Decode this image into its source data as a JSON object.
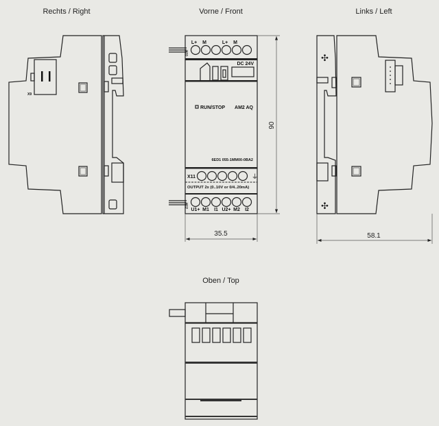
{
  "views": {
    "right": {
      "title": "Rechts / Right",
      "connector_label": "X9"
    },
    "front": {
      "title": "Vorne / Front",
      "top_terminal_labels": [
        "L+",
        "M",
        "",
        "L+",
        "M",
        ""
      ],
      "top_connector_label": "X10",
      "supply_label": "DC 24V",
      "run_stop_label": "RUN/STOP",
      "module_name": "AM2 AQ",
      "order_number": "6ED1 055-1MM00-0BA2",
      "x11_label": "X11",
      "output_label": "OUTPUT 2x (0..10V or 0/4..20mA)",
      "bottom_connector_label": "X12",
      "bottom_terminal_labels": [
        "U1+",
        "M1",
        "I1",
        "U2+",
        "M2",
        "I2"
      ]
    },
    "left": {
      "title": "Links / Left"
    },
    "top": {
      "title": "Oben / Top"
    }
  },
  "dimensions": {
    "height": "90",
    "front_width": "35.5",
    "depth": "58.1"
  }
}
